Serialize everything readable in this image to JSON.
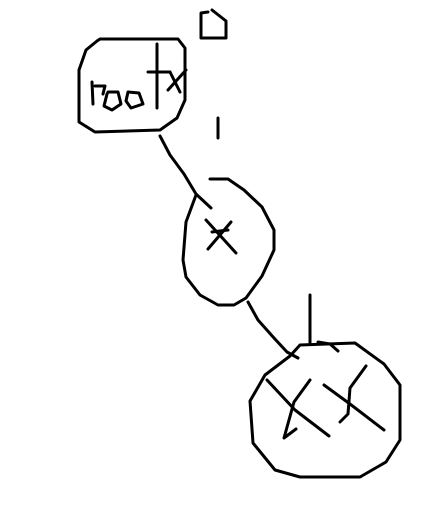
{
  "diagram": {
    "nodes": [
      {
        "id": "root",
        "label": "root",
        "shape": "rounded-square"
      },
      {
        "id": "x",
        "label": "x",
        "shape": "circle"
      },
      {
        "id": "xx",
        "label": "xx",
        "shape": "circle"
      }
    ],
    "edges": [
      {
        "from": "root",
        "to": "x"
      },
      {
        "from": "x",
        "to": "xx"
      }
    ],
    "stroke_color": "#000000",
    "background_color": "#ffffff"
  }
}
